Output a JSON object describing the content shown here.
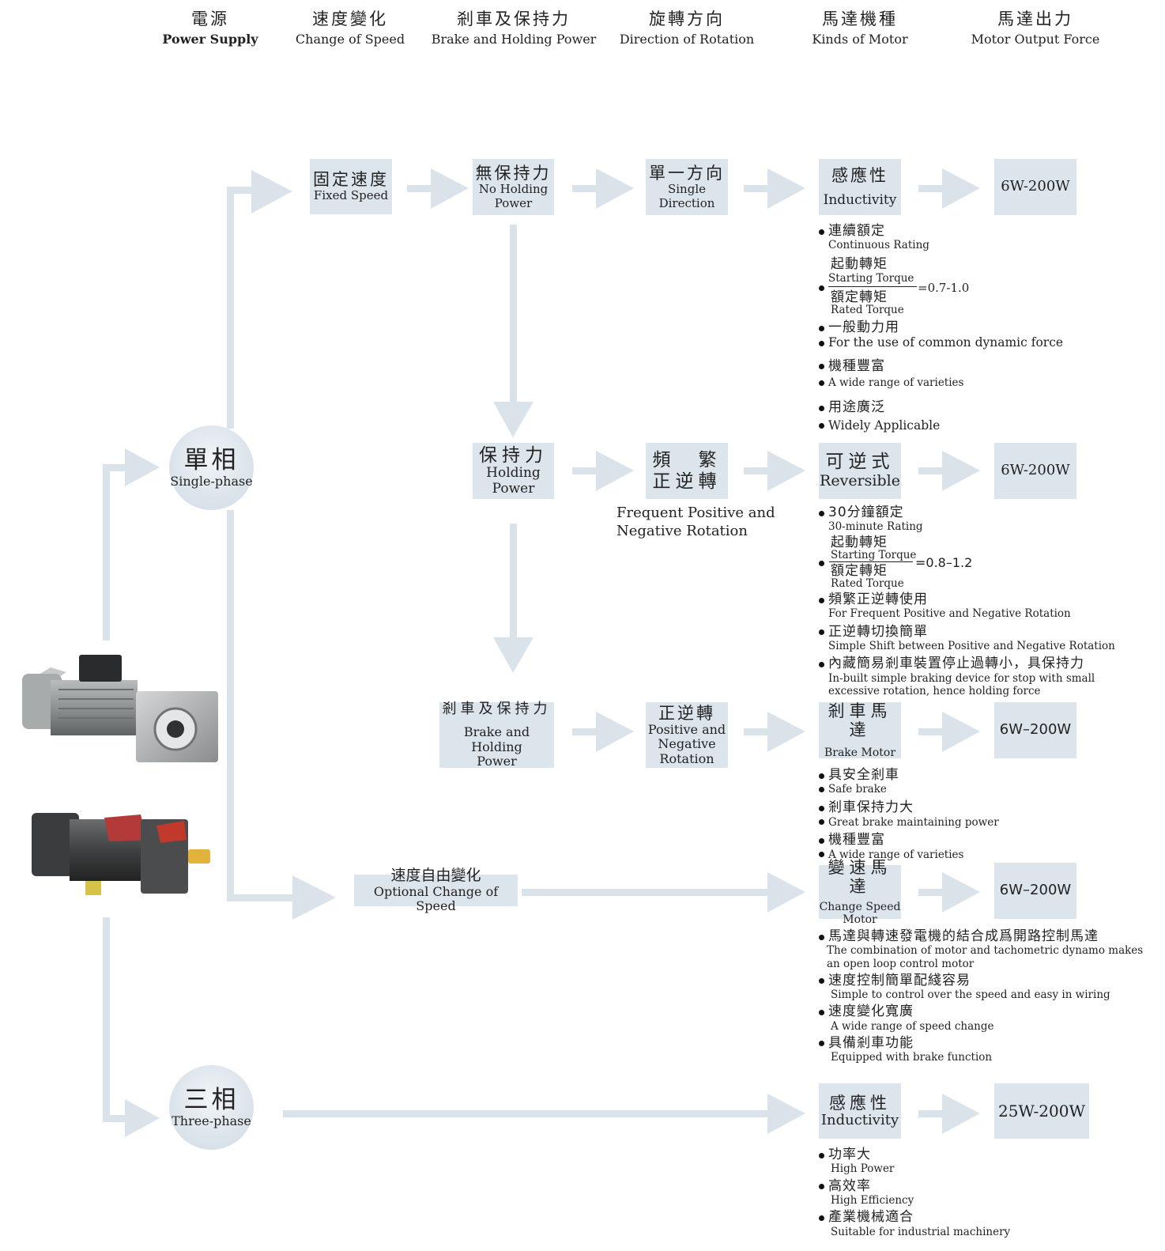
{
  "headers": [
    {
      "zh": "電源",
      "en": "Power Supply"
    },
    {
      "zh": "速度變化",
      "en": "Change of Speed"
    },
    {
      "zh": "剎車及保持力",
      "en": "Brake and Holding Power"
    },
    {
      "zh": "旋轉方向",
      "en": "Direction of Rotation"
    },
    {
      "zh": "馬達機種",
      "en": "Kinds of Motor"
    },
    {
      "zh": "馬達出力",
      "en": "Motor Output Force"
    }
  ],
  "power": {
    "single": {
      "zh": "單相",
      "en": "Single-phase"
    },
    "three": {
      "zh": "三相",
      "en": "Three-phase"
    }
  },
  "speed": {
    "fixed": {
      "zh": "固定速度",
      "en": "Fixed Speed"
    },
    "optional": {
      "zh": "速度自由變化",
      "en": "Optional Change of Speed"
    }
  },
  "brake": {
    "no_holding": {
      "zh": "無保持力",
      "en1": "No Holding",
      "en2": "Power"
    },
    "holding": {
      "zh": "保持力",
      "en1": "Holding",
      "en2": "Power"
    },
    "brake_holding": {
      "zh": "剎車及保持力",
      "en1": "Brake and Holding",
      "en2": "Power"
    }
  },
  "direction": {
    "single": {
      "zh": "單一方向",
      "en1": "Single",
      "en2": "Direction"
    },
    "frequent": {
      "zh1": "頻　繁",
      "zh2": "正逆轉",
      "caption1": "Frequent Positive and",
      "caption2": "Negative Rotation"
    },
    "positive_negative": {
      "zh": "正逆轉",
      "en1": "Positive and",
      "en2": "Negative",
      "en3": "Rotation"
    }
  },
  "motors": {
    "inductivity": {
      "zh": "感應性",
      "en": "Inductivity"
    },
    "reversible": {
      "zh": "可逆式",
      "en": "Reversible"
    },
    "brake_motor": {
      "zh": "剎車馬達",
      "en": "Brake Motor"
    },
    "change_speed": {
      "zh": "變速馬達",
      "en1": "Change Speed",
      "en2": "Motor"
    },
    "inductivity3": {
      "zh": "感應性",
      "en": "Inductivity"
    }
  },
  "outputs": {
    "o1": "6W-200W",
    "o2": "6W-200W",
    "o3": "6W–200W",
    "o4": "6W–200W",
    "o5": "25W-200W"
  },
  "bullets": {
    "inductivity": {
      "b1_zh": "連續額定",
      "b1_en": "Continuous Rating",
      "num_zh": "起動轉矩",
      "num_en": "Starting Torque",
      "den_zh": "額定轉矩",
      "den_en": "Rated Torque",
      "ratio": "=0.7-1.0",
      "b3_zh": "一般動力用",
      "b3_en": "For the use of common dynamic force",
      "b4_zh": "機種豐富",
      "b4_en": "A wide range of varieties",
      "b5_zh": "用途廣泛",
      "b5_en": "Widely Applicable"
    },
    "reversible": {
      "b1_zh": "30分鐘額定",
      "b1_en": "30-minute Rating",
      "num_zh": "起動轉矩",
      "num_en": "Starting Torque",
      "den_zh": "額定轉矩",
      "den_en": "Rated Torque",
      "ratio": "=0.8–1.2",
      "b3_zh": "頻繁正逆轉使用",
      "b3_en": "For Frequent Positive and Negative Rotation",
      "b4_zh": "正逆轉切換簡單",
      "b4_en": "Simple Shift between Positive and Negative Rotation",
      "b5_zh": "內藏簡易剎車裝置停止過轉小，具保持力",
      "b5_en1": "In-built simple braking device for stop with small",
      "b5_en2": "excessive rotation, hence holding force"
    },
    "brake": {
      "b1_zh": "具安全剎車",
      "b1_en": "Safe brake",
      "b2_zh": "剎車保持力大",
      "b2_en": "Great brake maintaining power",
      "b3_zh": "機種豐富",
      "b3_en": "A wide range of varieties"
    },
    "change_speed": {
      "b1_zh": "馬達與轉速發電機的結合成爲開路控制馬達",
      "b1_en1": "The combination of motor and tachometric dynamo makes",
      "b1_en2": "an open loop control motor",
      "b2_zh": "速度控制簡單配綫容易",
      "b2_en": "Simple to control over the speed and easy in wiring",
      "b3_zh": "速度變化寬廣",
      "b3_en": "A wide range of speed change",
      "b4_zh": "具備剎車功能",
      "b4_en": "Equipped with brake function"
    },
    "three_phase": {
      "b1_zh": "功率大",
      "b1_en": "High Power",
      "b2_zh": "高效率",
      "b2_en": "High Efficiency",
      "b3_zh": "產業機械適合",
      "b3_en": "Suitable for industrial machinery"
    }
  },
  "colors": {
    "box": "#dde5ec",
    "arrow": "#dbe3ea",
    "text": "#222222"
  }
}
